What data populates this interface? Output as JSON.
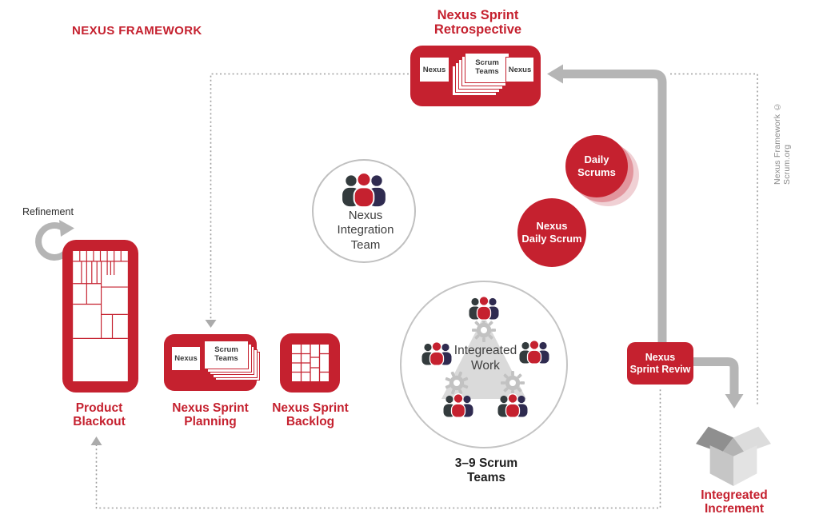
{
  "title": "NEXUS FRAMEWORK",
  "credit": "Nexus Framework © Scrum.org",
  "refinement": {
    "label": "Refinement"
  },
  "product_backlog": {
    "label": "Product\nBlackout"
  },
  "sprint_planning": {
    "label": "Nexus Sprint\nPlanning",
    "card_left": "Nexus",
    "card_stack": "Scrum\nTeams"
  },
  "sprint_backlog": {
    "label": "Nexus Sprint\nBacklog"
  },
  "retrospective": {
    "label": "Nexus Sprint\nRetrospective",
    "card_left": "Nexus",
    "card_stack": "Scrum\nTeams",
    "card_right": "Nexus"
  },
  "integration_team": {
    "label": "Nexus\nIntegration\nTeam"
  },
  "daily_scrums": {
    "label": "Daily\nScrums"
  },
  "nexus_daily_scrum": {
    "label": "Nexus\nDaily Scrum"
  },
  "scrum_teams_circle": {
    "center_label": "Integreated\nWork",
    "label": "3–9 Scrum\nTeams"
  },
  "sprint_review": {
    "label": "Nexus\nSprint Reviw"
  },
  "integrated_increment": {
    "label": "Integreated\nIncrement"
  },
  "colors": {
    "red": "#C5212F",
    "red_shadow": "#DE97A0",
    "arrow_gray": "#B5B5B5",
    "dotted_gray": "#9E9E9E",
    "dark_text": "#1F1F1F",
    "credit_gray": "#8A8A8A",
    "people_dark": "#333B3D",
    "people_navy": "#2F2B50",
    "triangle_gray": "#DADADA",
    "gear_gray": "#C2C2C2"
  }
}
